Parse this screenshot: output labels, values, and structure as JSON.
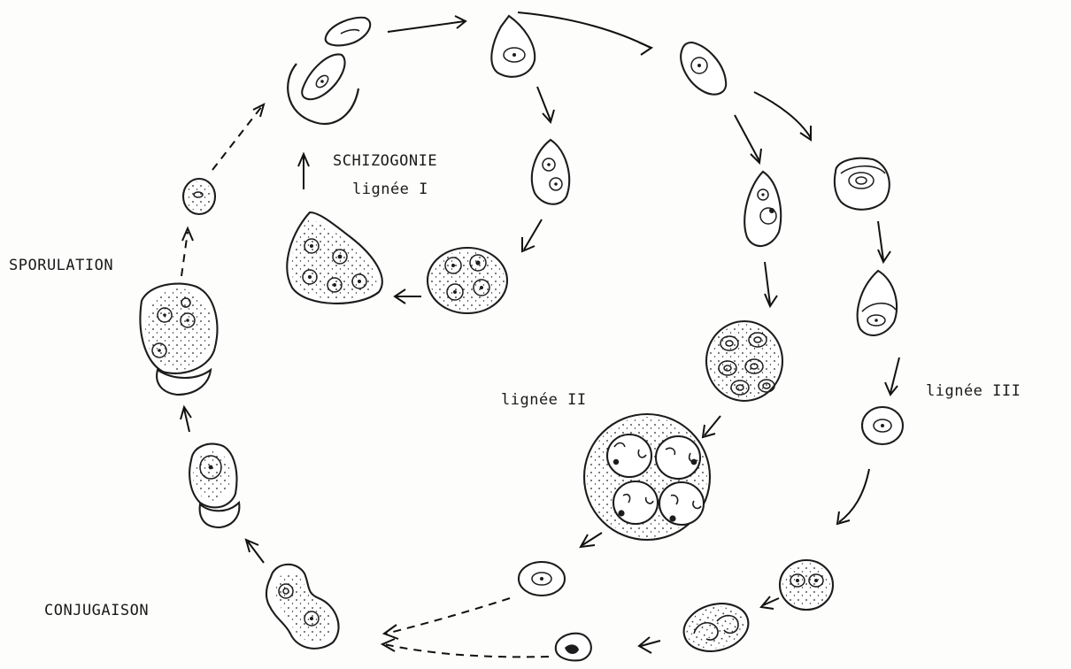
{
  "labels": {
    "schizogonie": "SCHIZOGONIE",
    "lignee_1": "lignée I",
    "lignee_2": "lignée II",
    "lignee_3": "lignée III",
    "sporulation": "SPORULATION",
    "conjugaison": "CONJUGAISON"
  },
  "style": {
    "ink": "#1c1c1c",
    "paper": "#ffffff"
  }
}
